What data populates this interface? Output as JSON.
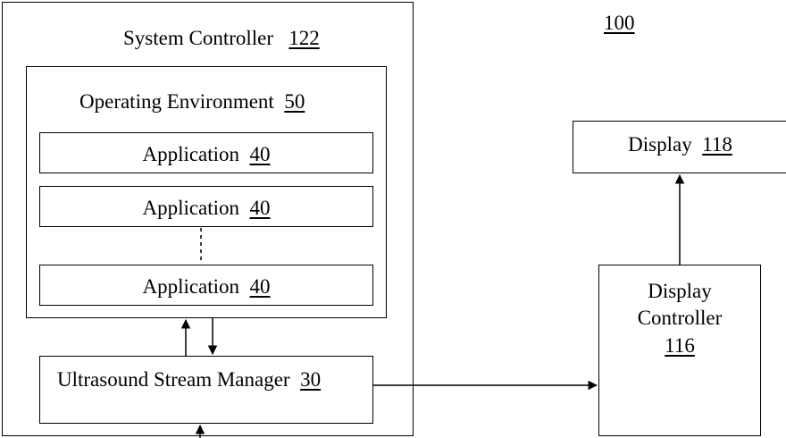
{
  "figure_ref": "100",
  "system_controller": {
    "title": "System Controller",
    "ref": "122"
  },
  "operating_environment": {
    "title": "Operating Environment",
    "ref": "50"
  },
  "applications": [
    {
      "label": "Application",
      "ref": "40"
    },
    {
      "label": "Application",
      "ref": "40"
    },
    {
      "label": "Application",
      "ref": "40"
    }
  ],
  "stream_manager": {
    "title": "Ultrasound Stream Manager",
    "ref": "30"
  },
  "display": {
    "title": "Display",
    "ref": "118"
  },
  "display_controller": {
    "line1": "Display",
    "line2": "Controller",
    "ref": "116"
  }
}
